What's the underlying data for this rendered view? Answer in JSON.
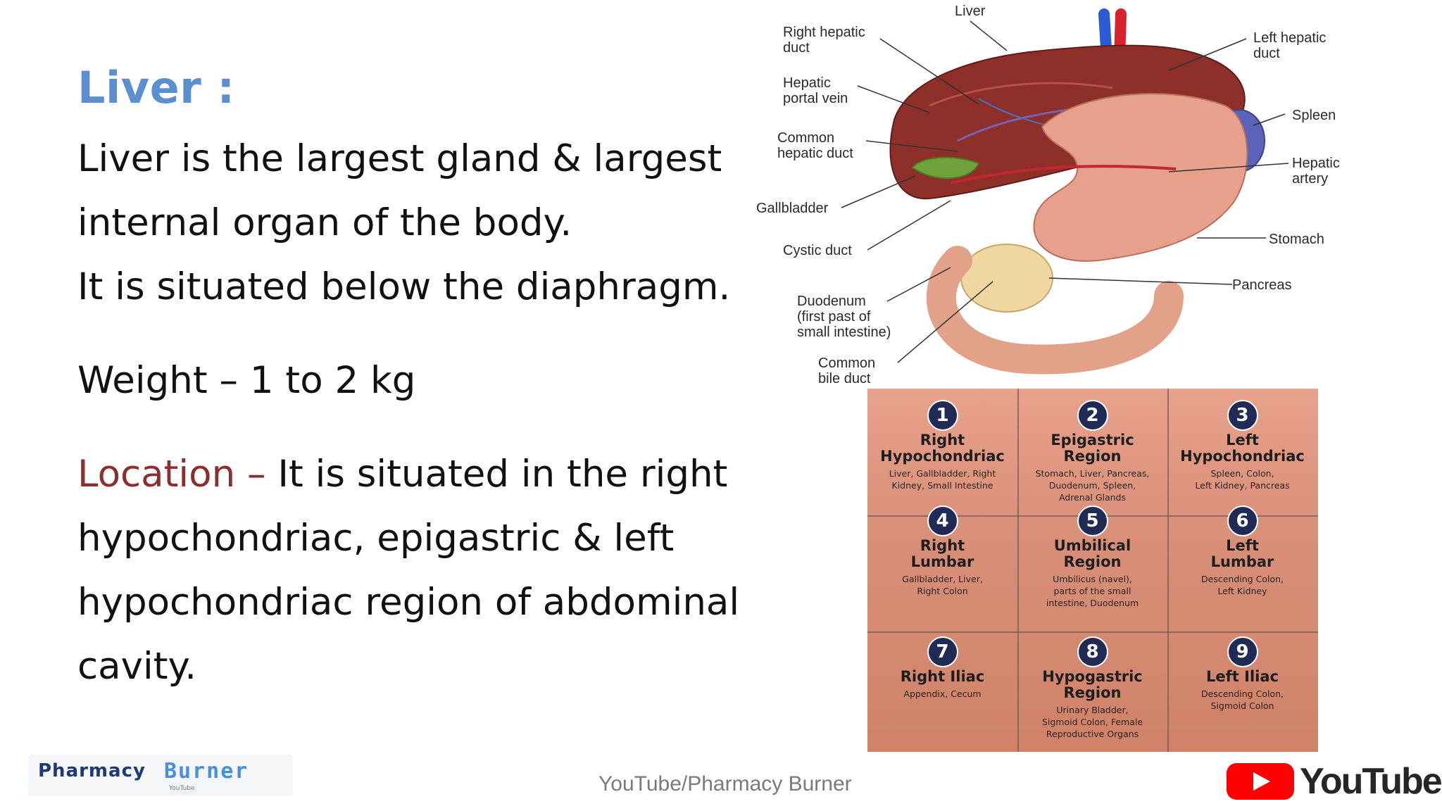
{
  "slide": {
    "title": "Liver :",
    "lines": [
      "Liver is the largest gland & largest",
      "internal organ of the body.",
      "It is situated below the diaphragm."
    ],
    "weight": "Weight – 1 to 2 kg",
    "location_label": "Location –",
    "location_lines": [
      " It is situated in the right",
      "hypochondriac, epigastric & left",
      "hypochondriac region of abdominal",
      "cavity."
    ]
  },
  "liver_diagram": {
    "labels": {
      "liver": "Liver",
      "right_hepatic_duct": [
        "Right hepatic",
        "duct"
      ],
      "hepatic_portal_vein": [
        "Hepatic",
        "portal vein"
      ],
      "common_hepatic_duct": [
        "Common",
        "hepatic duct"
      ],
      "gallbladder": "Gallbladder",
      "cystic_duct": "Cystic duct",
      "duodenum": [
        "Duodenum",
        "(first past of",
        "small intestine)"
      ],
      "common_bile_duct": [
        "Common",
        "bile duct"
      ],
      "left_hepatic_duct": [
        "Left hepatic",
        "duct"
      ],
      "spleen": "Spleen",
      "hepatic_artery": [
        "Hepatic",
        "artery"
      ],
      "stomach": "Stomach",
      "pancreas": "Pancreas"
    }
  },
  "abdominal_regions": [
    {
      "number": "1",
      "name": "Right\nHypochondriac",
      "organs": "Liver, Gallbladder, Right\nKidney, Small Intestine"
    },
    {
      "number": "2",
      "name": "Epigastric\nRegion",
      "organs": "Stomach, Liver, Pancreas,\nDuodenum, Spleen,\nAdrenal Glands"
    },
    {
      "number": "3",
      "name": "Left\nHypochondriac",
      "organs": "Spleen, Colon,\nLeft Kidney, Pancreas"
    },
    {
      "number": "4",
      "name": "Right\nLumbar",
      "organs": "Gallbladder, Liver,\nRight Colon"
    },
    {
      "number": "5",
      "name": "Umbilical\nRegion",
      "organs": "Umbilicus (navel),\nparts of the small\nintestine, Duodenum"
    },
    {
      "number": "6",
      "name": "Left\nLumbar",
      "organs": "Descending Colon,\nLeft Kidney"
    },
    {
      "number": "7",
      "name": "Right Iliac",
      "organs": "Appendix, Cecum"
    },
    {
      "number": "8",
      "name": "Hypogastric\nRegion",
      "organs": "Urinary Bladder,\nSigmoid Colon, Female\nReproductive Organs"
    },
    {
      "number": "9",
      "name": "Left Iliac",
      "organs": "Descending Colon,\nSigmoid Colon"
    }
  ],
  "footer": {
    "brand_part1": "Pharmacy",
    "brand_part2": "Burner",
    "brand_sub": "YouTube",
    "caption": "YouTube/Pharmacy Burner",
    "youtube_word": "YouTube"
  },
  "colors": {
    "title": "#5b8fd0",
    "location_label": "#8b2e2e",
    "liver": "#8e2f2a",
    "stomach": "#e7a08c",
    "gallbladder": "#6fa23a",
    "youtube_red": "#ff0000"
  }
}
